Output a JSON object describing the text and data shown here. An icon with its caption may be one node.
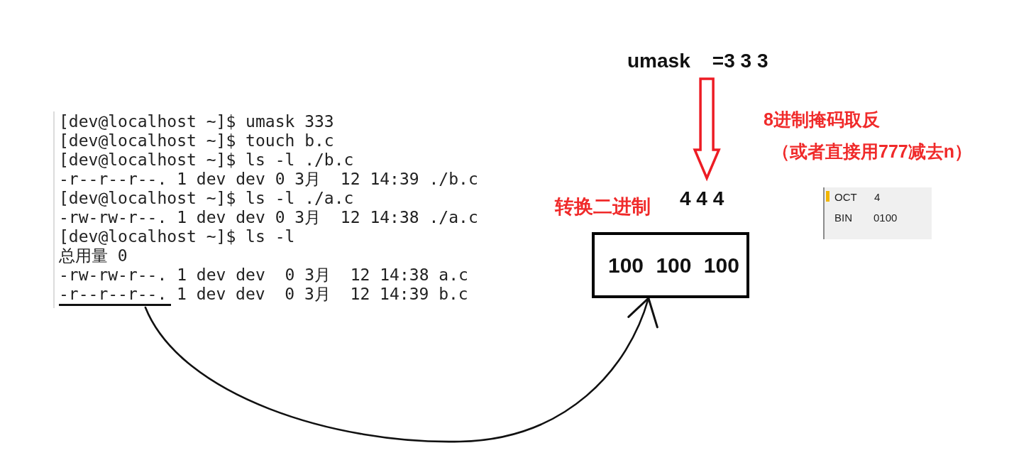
{
  "diagram": {
    "nodes": [
      {
        "text": [
          "umask    =3 3 3"
        ]
      },
      {
        "text": [
          "4 4 4"
        ]
      },
      {
        "text": [
          "100 100 100"
        ]
      },
      {
        "text": [
          "-r--r--r--."
        ]
      }
    ],
    "edges": [
      {
        "from": 0,
        "to": 1,
        "arrow": "to",
        "style": "thick",
        "color": "#ed1c24"
      },
      {
        "from": 3,
        "to": 2,
        "arrow": "to"
      }
    ],
    "labels": [
      "[dev@localhost ~]$ umask 333",
      "[dev@localhost ~]$ touch b.c",
      "[dev@localhost ~]$ ls -l ./b.c",
      "-r--r--r--. 1 dev dev 0 3月  12 14:39 ./b.c",
      "[dev@localhost ~]$ ls -l ./a.c",
      "-rw-rw-r--. 1 dev dev 0 3月  12 14:38 ./a.c",
      "[dev@localhost ~]$ ls -l",
      "总用量 0",
      "-rw-rw-r--. 1 dev dev  0 3月  12 14:38 a.c",
      "1 dev dev  0 3月  12 14:39 b.c",
      "8进制掩码取反",
      "（或者直接用777减去n）",
      "转换二进制",
      "OCT",
      "4",
      "BIN",
      "0100"
    ]
  }
}
